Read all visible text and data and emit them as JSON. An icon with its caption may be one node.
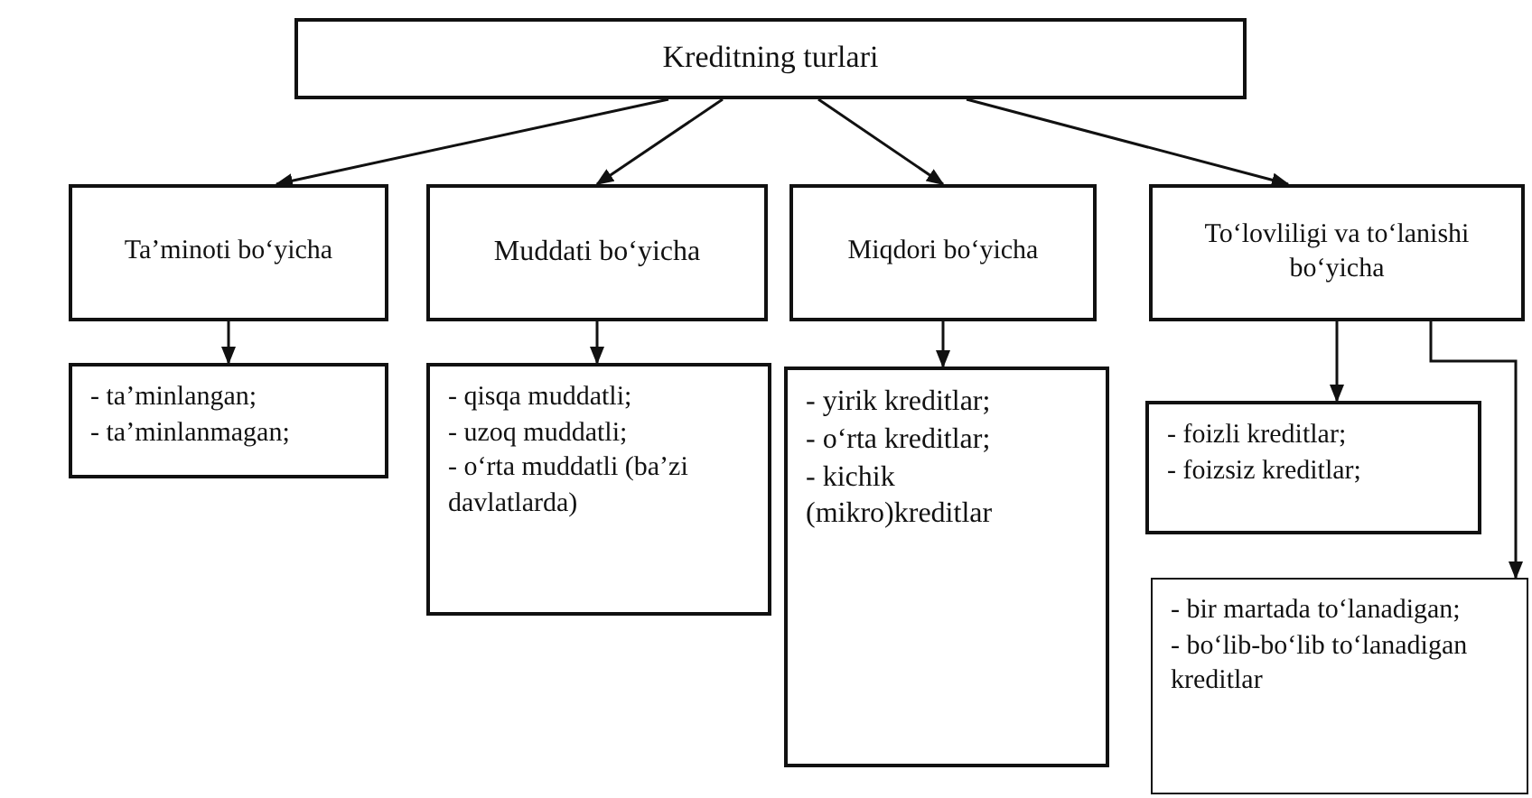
{
  "diagram": {
    "nodes": [
      {
        "text": [
          "Kreditning turlari"
        ]
      },
      {
        "text": [
          "Ta’minoti bo‘yicha"
        ]
      },
      {
        "text": [
          "Muddati bo‘yicha"
        ]
      },
      {
        "text": [
          "Miqdori bo‘yicha"
        ]
      },
      {
        "text": [
          "To‘lovliligi va to‘lanishi bo‘yicha"
        ]
      },
      {
        "text": [
          "- ta’minlangan;",
          "- ta’minlanmagan;"
        ]
      },
      {
        "text": [
          "- qisqa muddatli;",
          "- uzoq muddatli;",
          "- o‘rta muddatli (ba’zi davlatlarda)"
        ]
      },
      {
        "text": [
          "- yirik kreditlar;",
          "- o‘rta kreditlar;",
          "- kichik (mikro)kreditlar"
        ]
      },
      {
        "text": [
          "- foizli kreditlar;",
          "- foizsiz kreditlar;"
        ]
      },
      {
        "text": [
          "- bir martada to‘lanadigan;",
          "- bo‘lib-bo‘lib to‘lanadigan kreditlar"
        ]
      }
    ],
    "edges": [
      {
        "from": 0,
        "to": 1,
        "arrow": "to"
      },
      {
        "from": 0,
        "to": 2,
        "arrow": "to"
      },
      {
        "from": 0,
        "to": 3,
        "arrow": "to"
      },
      {
        "from": 0,
        "to": 4,
        "arrow": "to"
      },
      {
        "from": 1,
        "to": 5,
        "arrow": "to"
      },
      {
        "from": 2,
        "to": 6,
        "arrow": "to"
      },
      {
        "from": 3,
        "to": 7,
        "arrow": "to"
      },
      {
        "from": 4,
        "to": 8,
        "arrow": "to"
      },
      {
        "from": 4,
        "to": 9,
        "arrow": "to"
      }
    ]
  }
}
